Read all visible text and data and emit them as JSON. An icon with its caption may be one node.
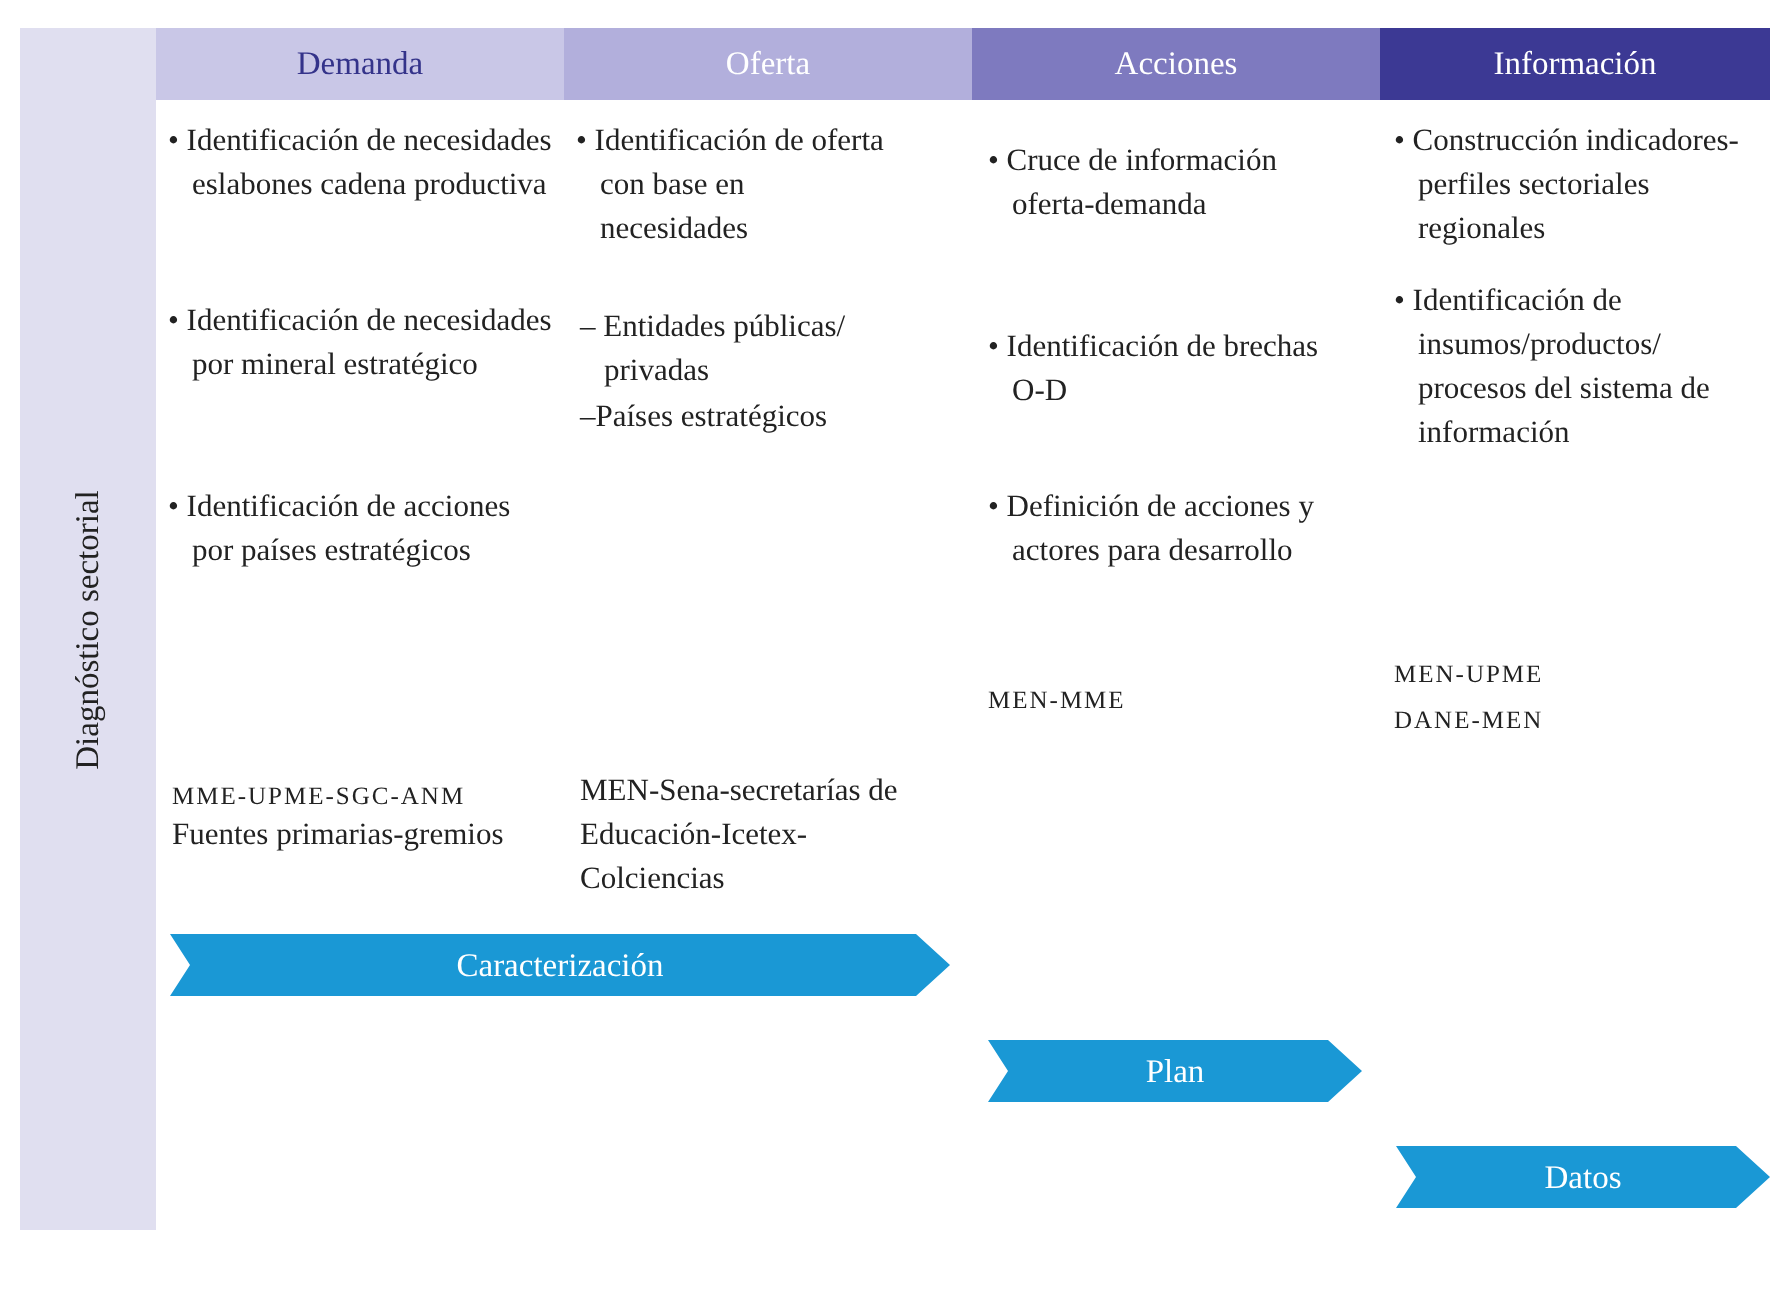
{
  "diagram": {
    "nodes": [
      {
        "text": [
          "Diagnóstico sectorial"
        ]
      },
      {
        "text": [
          "Demanda"
        ]
      },
      {
        "text": [
          "Oferta"
        ]
      },
      {
        "text": [
          "Acciones"
        ]
      },
      {
        "text": [
          "Información"
        ]
      },
      {
        "text": [
          "Caracterización"
        ]
      },
      {
        "text": [
          "Plan"
        ]
      },
      {
        "text": [
          "Datos"
        ]
      }
    ],
    "labels": [
      "• Identificación de necesidades eslabones cadena productiva",
      "• Identificación de necesidades por mineral estratégico",
      "• Identificación de acciones por países estratégicos",
      "MME-UPME-SGC-ANM",
      "Fuentes primarias-gremios",
      "• Identificación de oferta con base en necesidades",
      "– Entidades públicas/ privadas",
      "–Países estratégicos",
      "MEN-Sena-secretarías de Educación-Icetex-Colciencias",
      "• Cruce de información oferta-demanda",
      "• Identificación de brechas O-D",
      "• Definición de acciones y actores para desarrollo",
      "MEN-MME",
      "• Construcción indicadores-perfiles sectoriales regionales",
      "• Identificación de insumos/productos/ procesos del sistema de información",
      "MEN-UPME",
      "DANE-MEN"
    ]
  }
}
